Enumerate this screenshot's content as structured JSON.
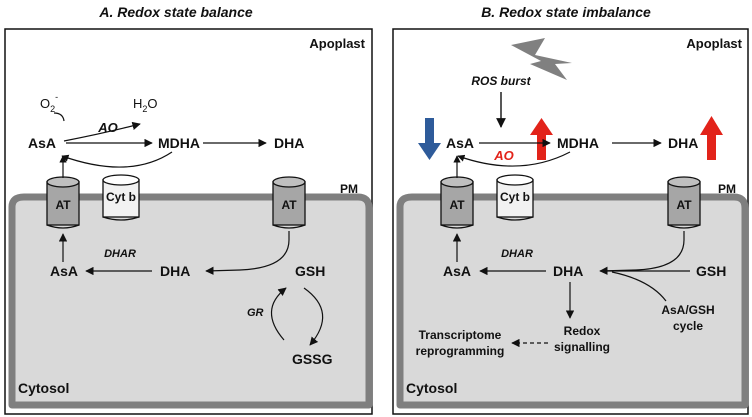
{
  "panel_a": {
    "title": "A. Redox state balance",
    "apoplast": "Apoplast",
    "cytosol": "Cytosol",
    "pm": "PM",
    "o2": "O",
    "o2_sub": "2",
    "o2_sup": "-",
    "h2o_h": "H",
    "h2o_sub": "2",
    "h2o_o": "O",
    "asa_out": "AsA",
    "ao": "AO",
    "mdha": "MDHA",
    "dha_out": "DHA",
    "at_left": "AT",
    "cytb": "Cyt b",
    "at_right": "AT",
    "dhar": "DHAR",
    "asa_in": "AsA",
    "dha_in": "DHA",
    "gsh": "GSH",
    "gr": "GR",
    "gssg": "GSSG"
  },
  "panel_b": {
    "title": "B. Redox state imbalance",
    "apoplast": "Apoplast",
    "cytosol": "Cytosol",
    "pm": "PM",
    "ros": "ROS burst",
    "asa_out": "AsA",
    "ao": "AO",
    "mdha": "MDHA",
    "dha_out": "DHA",
    "at_left": "AT",
    "cytb": "Cyt b",
    "at_right": "AT",
    "dhar": "DHAR",
    "asa_in": "AsA",
    "dha_in": "DHA",
    "gsh": "GSH",
    "cycle_1": "AsA/GSH",
    "cycle_2": "cycle",
    "redox_1": "Redox",
    "redox_2": "signalling",
    "tr_1": "Transcriptome",
    "tr_2": "reprogramming"
  },
  "colors": {
    "frame": "#111111",
    "apoplast_bg": "#ffffff",
    "cytosol_fill": "#d9d9d9",
    "membrane": "#7f7f7f",
    "transporter": "#a6a6a6",
    "cytb": "#f2f2f2",
    "ao_b": "#e2231a",
    "arrow_up": "#e2231a",
    "arrow_down": "#2e5b9a",
    "lightning": "#808080"
  }
}
